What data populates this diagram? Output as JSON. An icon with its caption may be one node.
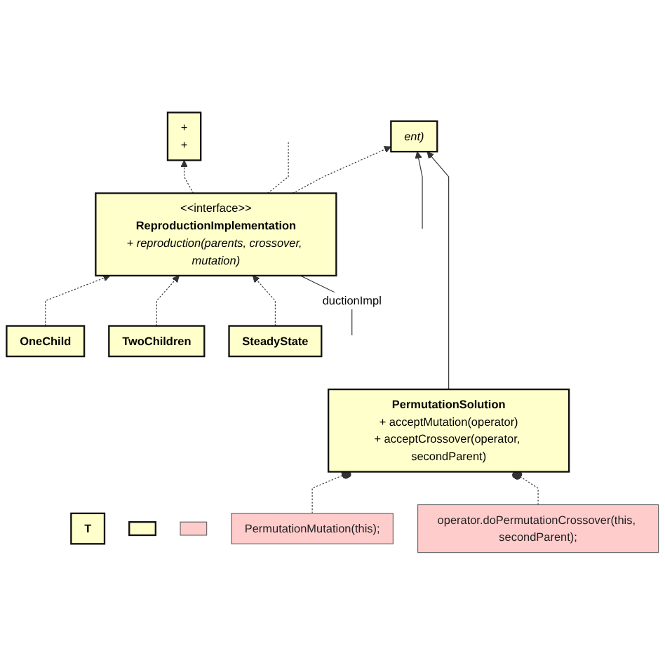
{
  "diagram": {
    "nodes": [
      {
        "text": [
          "<<interface>>",
          "ReproductionImplementation",
          "+ reproduction(parents, crossover, mutation)"
        ]
      },
      {
        "text": [
          "+",
          "+"
        ]
      },
      {
        "text": [
          "ent)"
        ]
      },
      {
        "text": [
          "OneChild"
        ]
      },
      {
        "text": [
          "TwoChildren"
        ]
      },
      {
        "text": [
          "T"
        ]
      },
      {
        "text": [
          "SteadyState"
        ]
      },
      {
        "text": [],
        "shape": "box"
      },
      {
        "text": [
          "PermutationSolution",
          "+ acceptMutation(operator)",
          "+ acceptCrossover(operator, secondParent)"
        ]
      },
      {
        "text": [],
        "shape": "box"
      },
      {
        "text": [
          "operator.doPermutationCrossover(this, secondParent);"
        ]
      },
      {
        "text": [
          "PermutationMutation(this);"
        ]
      }
    ],
    "edges": [
      {
        "from": null,
        "to": 0,
        "arrow": "none",
        "label": "ductionImpl"
      },
      {
        "from": 0,
        "to": 1,
        "arrow": "to",
        "style": "dashed"
      },
      {
        "from": 0,
        "to": null,
        "arrow": "none",
        "style": "dashed"
      },
      {
        "from": 0,
        "to": 2,
        "arrow": "to",
        "style": "dashed"
      },
      {
        "from": 3,
        "to": 0,
        "arrow": "to",
        "style": "dashed"
      },
      {
        "from": 4,
        "to": 0,
        "arrow": "to",
        "style": "dashed"
      },
      {
        "from": 6,
        "to": 0,
        "arrow": "to",
        "style": "dashed"
      },
      {
        "from": null,
        "to": 2,
        "arrow": "to"
      },
      {
        "from": 8,
        "to": 2,
        "arrow": "to"
      },
      {
        "from": 11,
        "to": 8,
        "arrow": "other",
        "style": "dashed"
      },
      {
        "from": 10,
        "to": 8,
        "arrow": "other",
        "style": "dashed"
      }
    ]
  }
}
